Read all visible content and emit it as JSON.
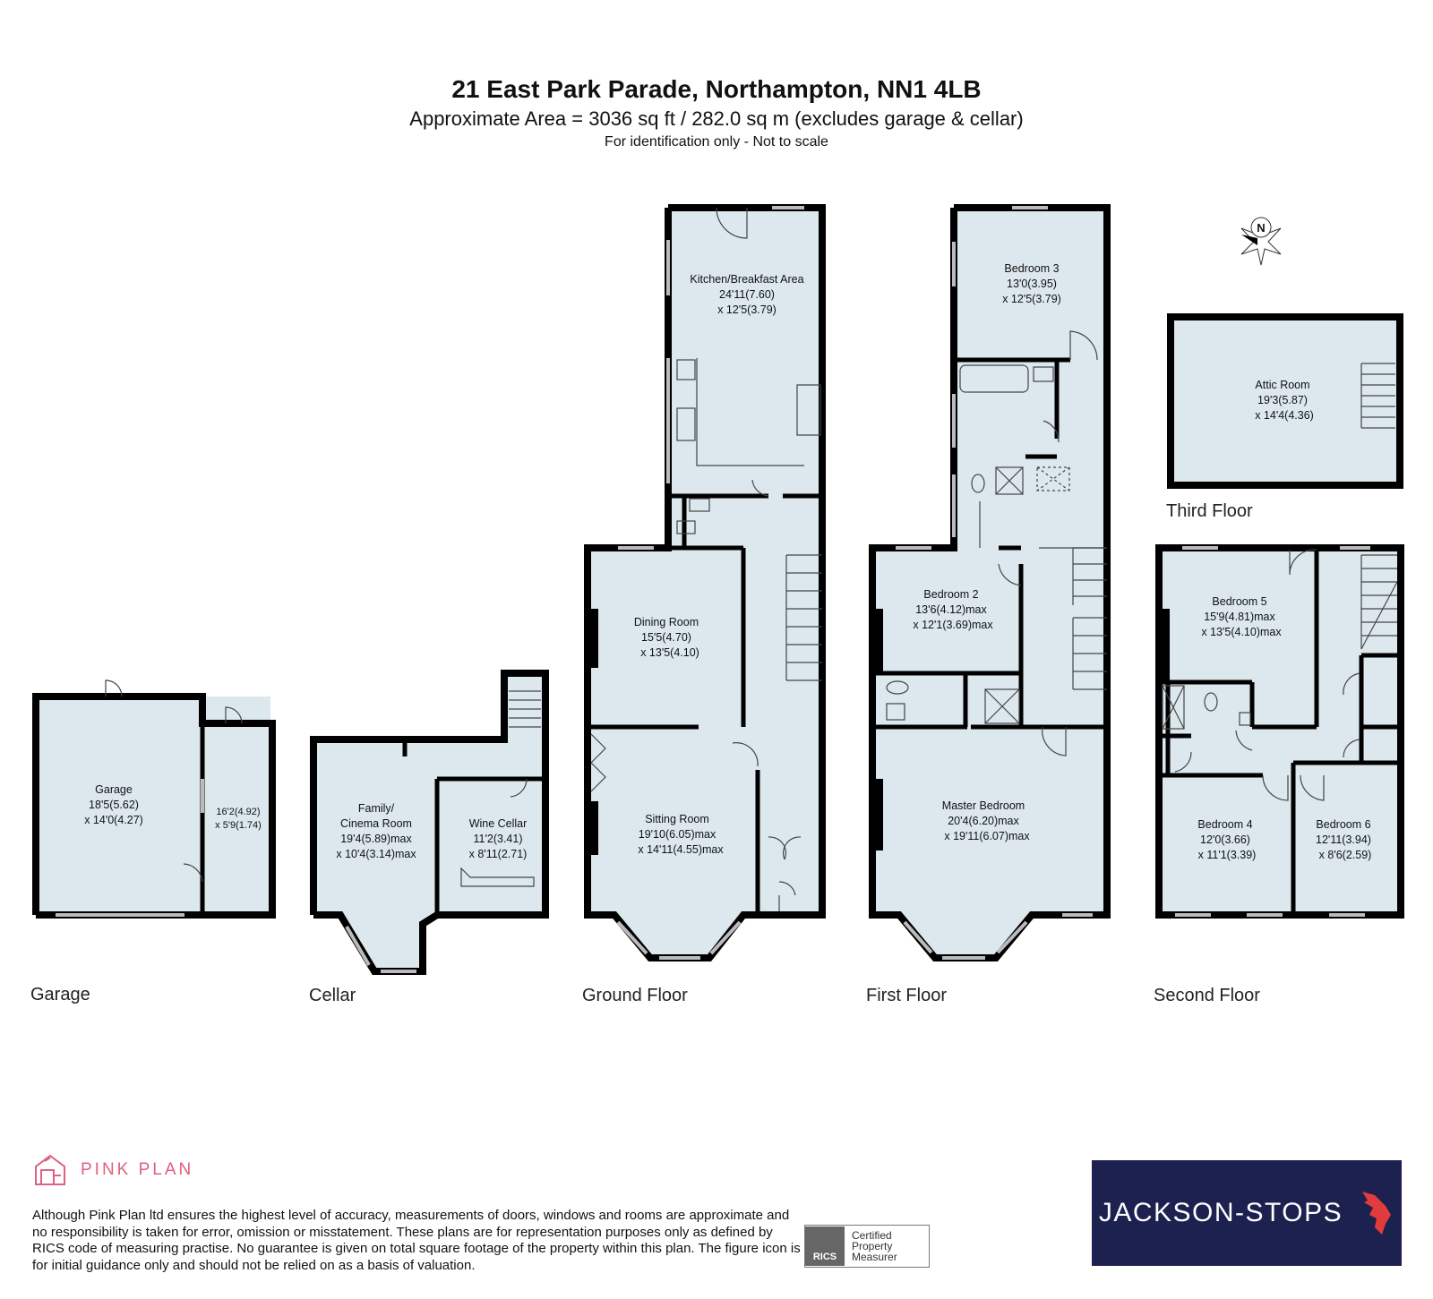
{
  "header": {
    "title": "21 East Park Parade, Northampton, NN1 4LB",
    "subtitle": "Approximate Area = 3036 sq ft / 282.0 sq m (excludes garage & cellar)",
    "note": "For identification only - Not to scale"
  },
  "compass": {
    "label": "N"
  },
  "floors": {
    "garage": "Garage",
    "cellar": "Cellar",
    "ground": "Ground Floor",
    "first": "First Floor",
    "second": "Second Floor",
    "third": "Third Floor"
  },
  "rooms": {
    "garage": {
      "name": "Garage",
      "dim1": "18'5(5.62)",
      "dim2": "x 14'0(4.27)"
    },
    "garage_store": {
      "dim1": "16'2(4.92)",
      "dim2": "x 5'9(1.74)"
    },
    "family": {
      "name1": "Family/",
      "name2": "Cinema Room",
      "dim1": "19'4(5.89)max",
      "dim2": "x 10'4(3.14)max"
    },
    "wine": {
      "name": "Wine Cellar",
      "dim1": "11'2(3.41)",
      "dim2": "x 8'11(2.71)"
    },
    "kitchen": {
      "name": "Kitchen/Breakfast Area",
      "dim1": "24'11(7.60)",
      "dim2": "x 12'5(3.79)"
    },
    "dining": {
      "name": "Dining Room",
      "dim1": "15'5(4.70)",
      "dim2": "x 13'5(4.10)"
    },
    "sitting": {
      "name": "Sitting Room",
      "dim1": "19'10(6.05)max",
      "dim2": "x 14'11(4.55)max"
    },
    "bed3": {
      "name": "Bedroom 3",
      "dim1": "13'0(3.95)",
      "dim2": "x 12'5(3.79)"
    },
    "bed2": {
      "name": "Bedroom 2",
      "dim1": "13'6(4.12)max",
      "dim2": "x 12'1(3.69)max"
    },
    "master": {
      "name": "Master Bedroom",
      "dim1": "20'4(6.20)max",
      "dim2": "x 19'11(6.07)max"
    },
    "attic": {
      "name": "Attic Room",
      "dim1": "19'3(5.87)",
      "dim2": "x 14'4(4.36)"
    },
    "bed5": {
      "name": "Bedroom 5",
      "dim1": "15'9(4.81)max",
      "dim2": "x 13'5(4.10)max"
    },
    "bed4": {
      "name": "Bedroom 4",
      "dim1": "12'0(3.66)",
      "dim2": "x 11'1(3.39)"
    },
    "bed6": {
      "name": "Bedroom 6",
      "dim1": "12'11(3.94)",
      "dim2": "x 8'6(2.59)"
    }
  },
  "footer": {
    "brand": "PINK PLAN",
    "disclaimer": "Although Pink Plan ltd ensures the highest level of accuracy, measurements of doors, windows and rooms are approximate and no responsibility is taken for error, omission or misstatement. These plans are for representation purposes only as defined by RICS code of measuring practise. No guarantee is given on total square footage of the property within this plan. The figure icon is for initial guidance only and should not be relied on as a basis of valuation.",
    "rics_badge": "RICS",
    "rics_line1": "Certified",
    "rics_line2": "Property",
    "rics_line3": "Measurer",
    "agent": "JACKSON-STOPS"
  },
  "colors": {
    "room_fill": "#dce8ee",
    "wall": "#000000",
    "brand_pink": "#e0607e",
    "agent_navy": "#1c2150"
  }
}
